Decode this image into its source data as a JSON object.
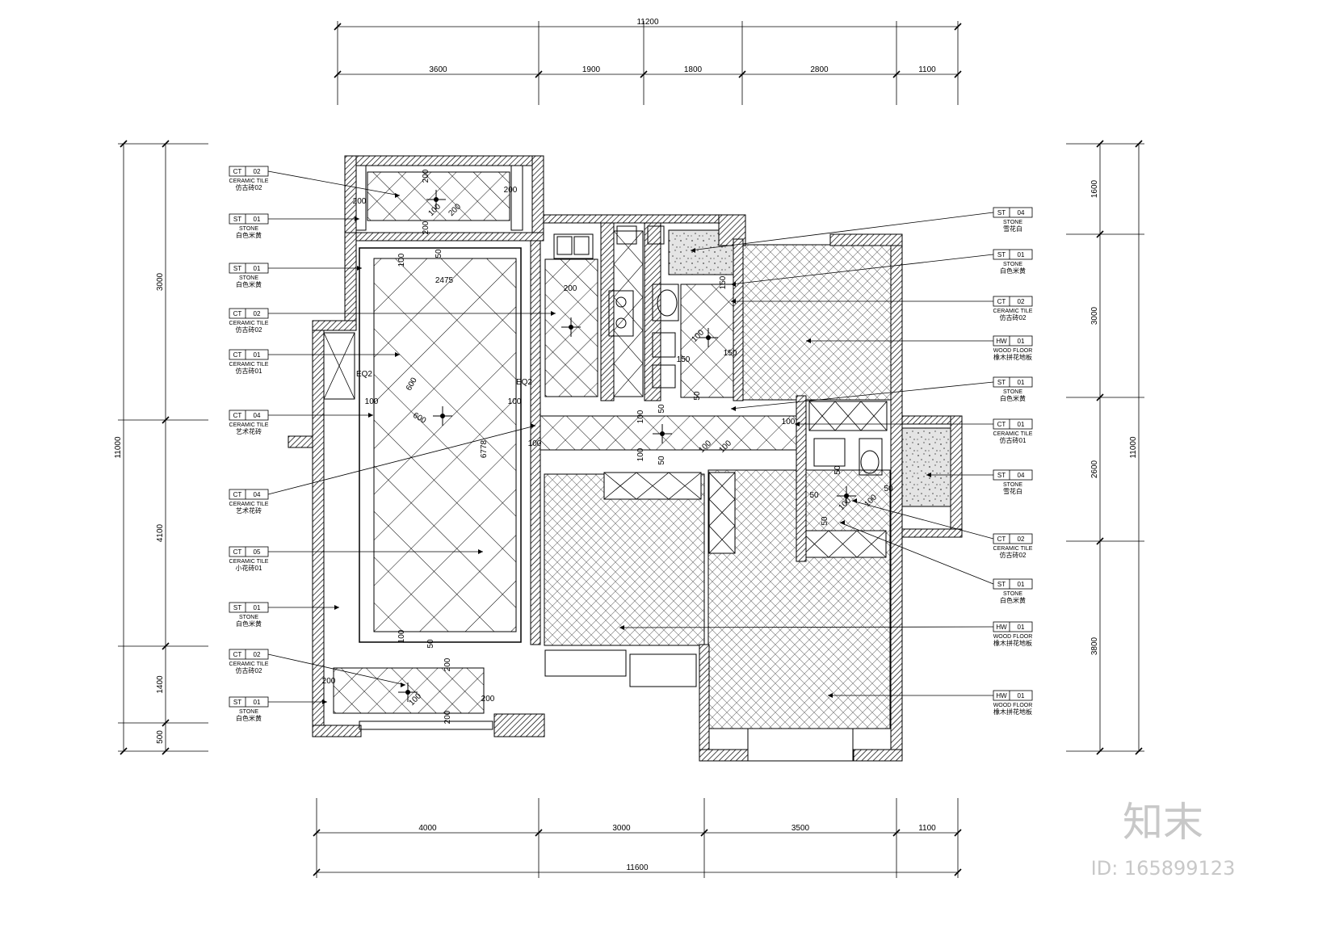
{
  "dimensions": {
    "top_total": "11200",
    "top": [
      "3600",
      "1900",
      "1800",
      "2800",
      "1100"
    ],
    "bottom_total": "11600",
    "bottom": [
      "4000",
      "3000",
      "3500",
      "1100"
    ],
    "left_total": "11000",
    "left": [
      "3000",
      "4100",
      "1400",
      "500"
    ],
    "right_total": "11000",
    "right": [
      "1600",
      "3000",
      "2600",
      "3800"
    ]
  },
  "tags_left": [
    {
      "code": "CT",
      "num": "02",
      "type": "CERAMIC TILE",
      "name": "仿古砖02"
    },
    {
      "code": "ST",
      "num": "01",
      "type": "STONE",
      "name": "白色米黄"
    },
    {
      "code": "ST",
      "num": "01",
      "type": "STONE",
      "name": "白色米黄"
    },
    {
      "code": "CT",
      "num": "02",
      "type": "CERAMIC TILE",
      "name": "仿古砖02"
    },
    {
      "code": "CT",
      "num": "01",
      "type": "CERAMIC TILE",
      "name": "仿古砖01"
    },
    {
      "code": "CT",
      "num": "04",
      "type": "CERAMIC TILE",
      "name": "艺术花砖"
    },
    {
      "code": "CT",
      "num": "04",
      "type": "CERAMIC TILE",
      "name": "艺术花砖"
    },
    {
      "code": "CT",
      "num": "05",
      "type": "CERAMIC TILE",
      "name": "小花砖01"
    },
    {
      "code": "ST",
      "num": "01",
      "type": "STONE",
      "name": "白色米黄"
    },
    {
      "code": "CT",
      "num": "02",
      "type": "CERAMIC TILE",
      "name": "仿古砖02"
    },
    {
      "code": "ST",
      "num": "01",
      "type": "STONE",
      "name": "白色米黄"
    }
  ],
  "tags_right": [
    {
      "code": "ST",
      "num": "04",
      "type": "STONE",
      "name": "雪花白"
    },
    {
      "code": "ST",
      "num": "01",
      "type": "STONE",
      "name": "白色米黄"
    },
    {
      "code": "CT",
      "num": "02",
      "type": "CERAMIC TILE",
      "name": "仿古砖02"
    },
    {
      "code": "HW",
      "num": "01",
      "type": "WOOD FLOOR",
      "name": "橡木拼花地板"
    },
    {
      "code": "ST",
      "num": "01",
      "type": "STONE",
      "name": "白色米黄"
    },
    {
      "code": "CT",
      "num": "01",
      "type": "CERAMIC TILE",
      "name": "仿古砖01"
    },
    {
      "code": "ST",
      "num": "04",
      "type": "STONE",
      "name": "雪花白"
    },
    {
      "code": "CT",
      "num": "02",
      "type": "CERAMIC TILE",
      "name": "仿古砖02"
    },
    {
      "code": "ST",
      "num": "01",
      "type": "STONE",
      "name": "白色米黄"
    },
    {
      "code": "HW",
      "num": "01",
      "type": "WOOD FLOOR",
      "name": "橡木拼花地板"
    },
    {
      "code": "HW",
      "num": "01",
      "type": "WOOD FLOOR",
      "name": "橡木拼花地板"
    }
  ],
  "room_dims": {
    "d200": "200",
    "d100": "100",
    "d50": "50",
    "d150": "150",
    "d2475": "2475",
    "d600": "600",
    "d6778": "6778",
    "eq": "EQ2"
  },
  "watermark": {
    "logo": "知末",
    "id": "ID: 165899123"
  }
}
